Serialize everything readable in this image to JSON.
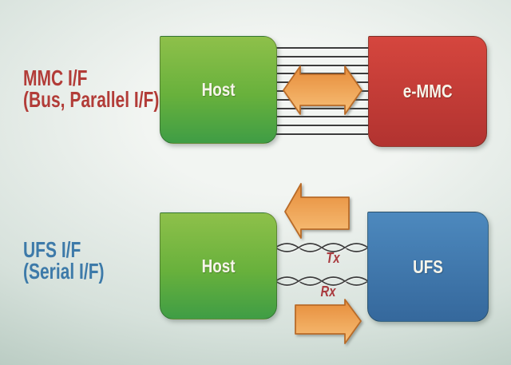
{
  "colors": {
    "bg_inner": "#f2f5f2",
    "bg_mid": "#d6e1db",
    "bg_outer": "#a9bfb4",
    "mmc_caption": "#b23c38",
    "ufs_caption": "#3d7aa9",
    "green_top": "#8ec04a",
    "green_mid": "#68b13c",
    "green_bottom": "#3f9d45",
    "red_top": "#d5463e",
    "red_bottom": "#b23330",
    "blue_top": "#4d89be",
    "blue_bottom": "#35689c",
    "box_text": "#f7f5ea",
    "arrow_top": "#e68c3a",
    "arrow_bottom": "#f8c078",
    "arrow_stroke": "#b96b28",
    "wire": "#3c3c3c",
    "lane_label": "#a93a3e"
  },
  "mmc": {
    "caption_line1": "MMC I/F",
    "caption_line2": "(Bus, Parallel I/F)",
    "host_label": "Host",
    "device_label": "e-MMC",
    "bus_line_count": 11,
    "arrow_direction": "bidirectional"
  },
  "ufs": {
    "caption_line1": "UFS I/F",
    "caption_line2": "(Serial I/F)",
    "host_label": "Host",
    "device_label": "UFS",
    "twist_segments": 4,
    "lanes": [
      {
        "label": "Tx",
        "arrow_direction": "left"
      },
      {
        "label": "Rx",
        "arrow_direction": "right"
      }
    ]
  }
}
